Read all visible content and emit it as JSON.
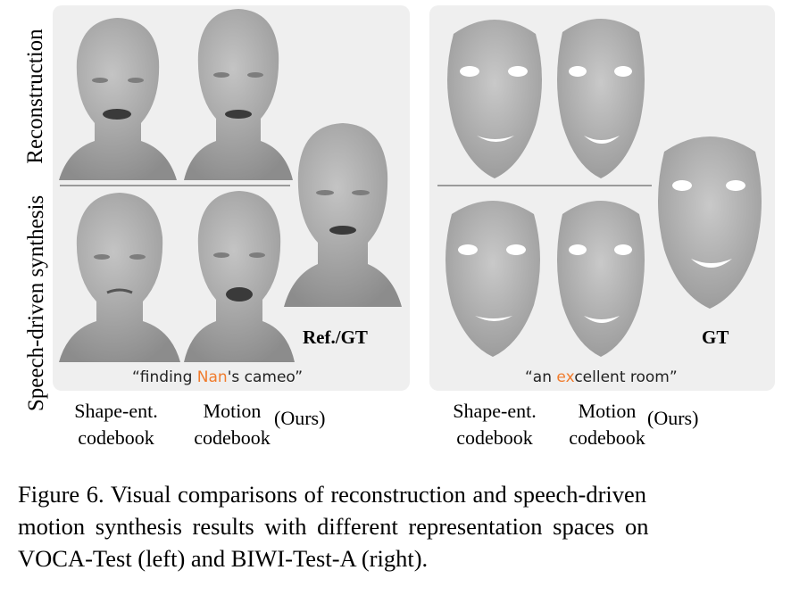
{
  "row_labels": {
    "reconstruction": "Reconstruction",
    "synthesis": "Speech-driven synthesis"
  },
  "left_panel": {
    "quote_open": "“finding ",
    "quote_highlight": "Nan",
    "quote_close": "'s cameo”",
    "ref_label": "Ref./GT"
  },
  "right_panel": {
    "quote_open": "“an ",
    "quote_highlight": "ex",
    "quote_close": "cellent room”",
    "ref_label": "GT"
  },
  "columns": {
    "shape_line1": "Shape-ent.",
    "shape_line2": "codebook",
    "motion_line1": "Motion",
    "motion_line2": "codebook",
    "ours": "(Ours)"
  },
  "caption": {
    "line1": "Figure 6. Visual comparisons of reconstruction and speech-driven",
    "line2": "motion synthesis results with different representation spaces on",
    "line3": "VOCA-Test (left) and BIWI-Test-A (right)."
  },
  "colors": {
    "highlight": "#f07b2c",
    "panel_bg": "#efefef",
    "mesh_gray": "#a8a8a8"
  }
}
